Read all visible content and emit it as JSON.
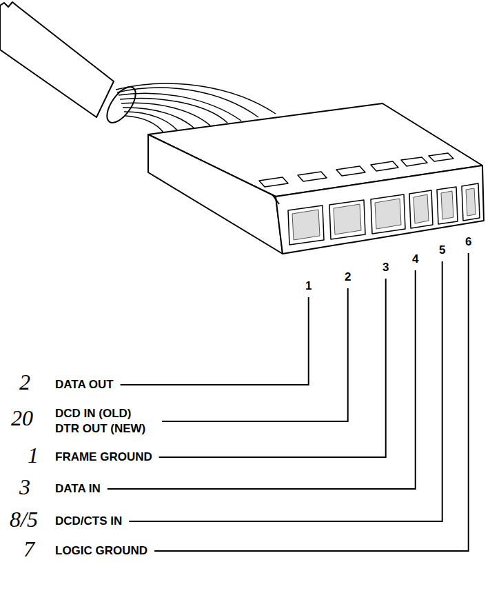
{
  "diagram": {
    "labels": [
      "1",
      "2",
      "3",
      "4",
      "5",
      "6",
      "2",
      "DATA OUT",
      "20",
      "DCD IN (OLD) DTR OUT (NEW)",
      "1",
      "FRAME GROUND",
      "3",
      "DATA IN",
      "8/5",
      "DCD/CTS IN",
      "7",
      "LOGIC GROUND"
    ]
  }
}
